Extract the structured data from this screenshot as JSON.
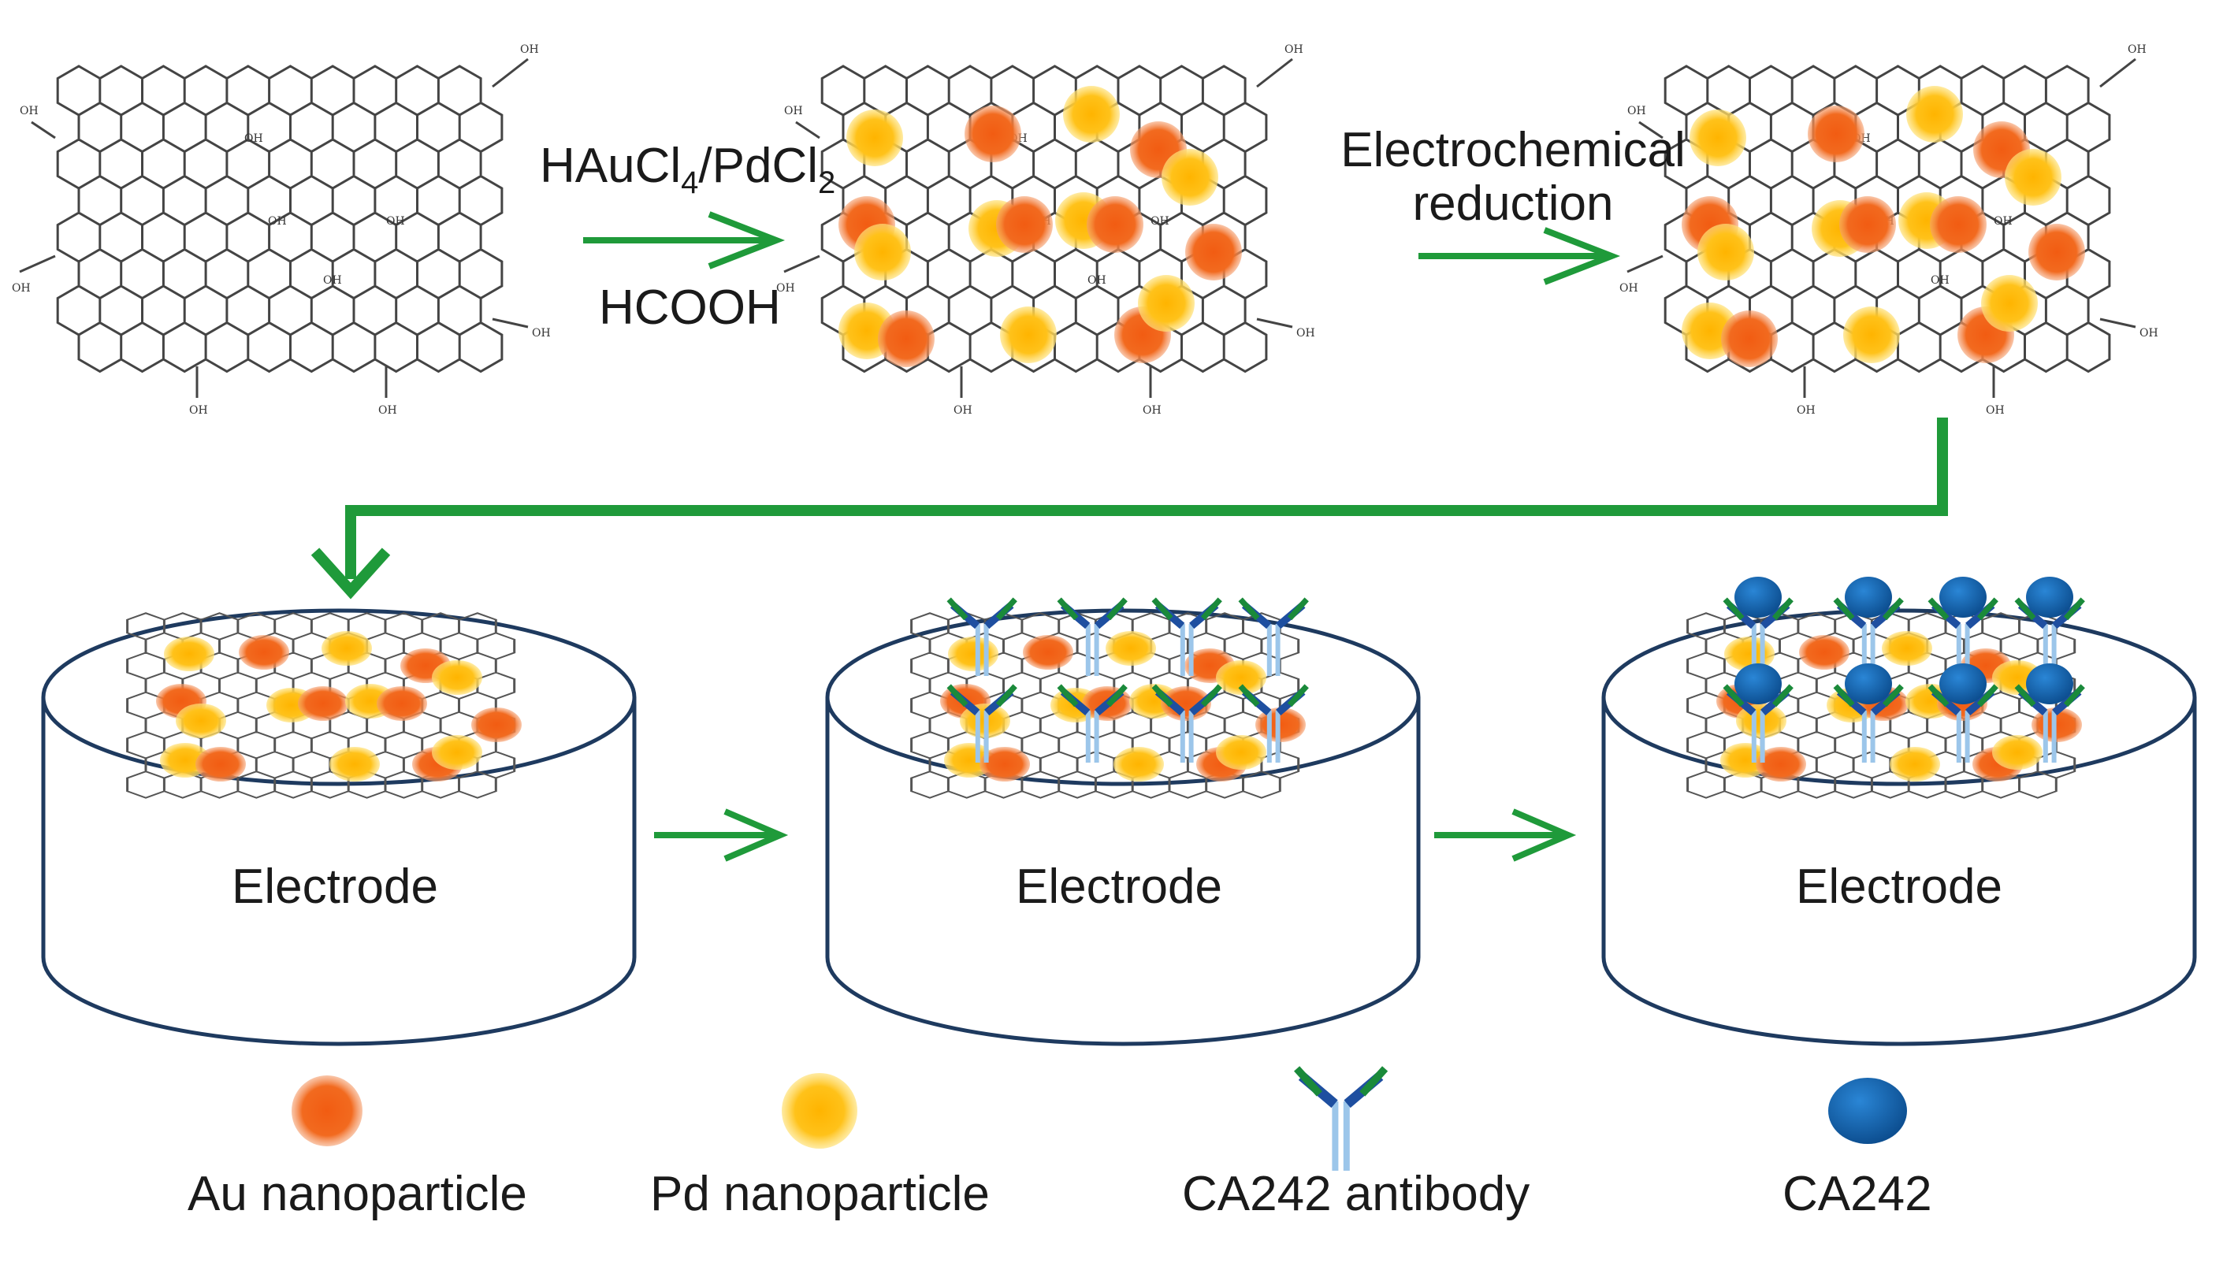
{
  "step1": {
    "reagent_prefix": "HAuCl",
    "reagent_sub1": "4",
    "reagent_mid": "/PdCl",
    "reagent_sub2": "2",
    "reducer": "HCOOH"
  },
  "step2": {
    "line1": "Electrochemical",
    "line2": "reduction"
  },
  "electrodes": [
    {
      "label": "Electrode"
    },
    {
      "label": "Electrode"
    },
    {
      "label": "Electrode"
    }
  ],
  "legend": [
    {
      "label": "Au nanoparticle",
      "icon": "au-nanoparticle-icon"
    },
    {
      "label": "Pd nanoparticle",
      "icon": "pd-nanoparticle-icon"
    },
    {
      "label": "CA242 antibody",
      "icon": "antibody-icon"
    },
    {
      "label": "CA242",
      "icon": "ca242-antigen-icon"
    }
  ],
  "molecule_labels": {
    "oh": "OH"
  },
  "colors": {
    "arrow": "#1f9a3a",
    "au": "#f26a1f",
    "pd": "#ffc21a",
    "ca242": "#1565b0",
    "electrode_outline": "#1e3a5f",
    "antibody_heavy": "#1a8a3a",
    "antibody_light": "#1e4fa0",
    "antibody_stem": "#9cc6ea"
  }
}
